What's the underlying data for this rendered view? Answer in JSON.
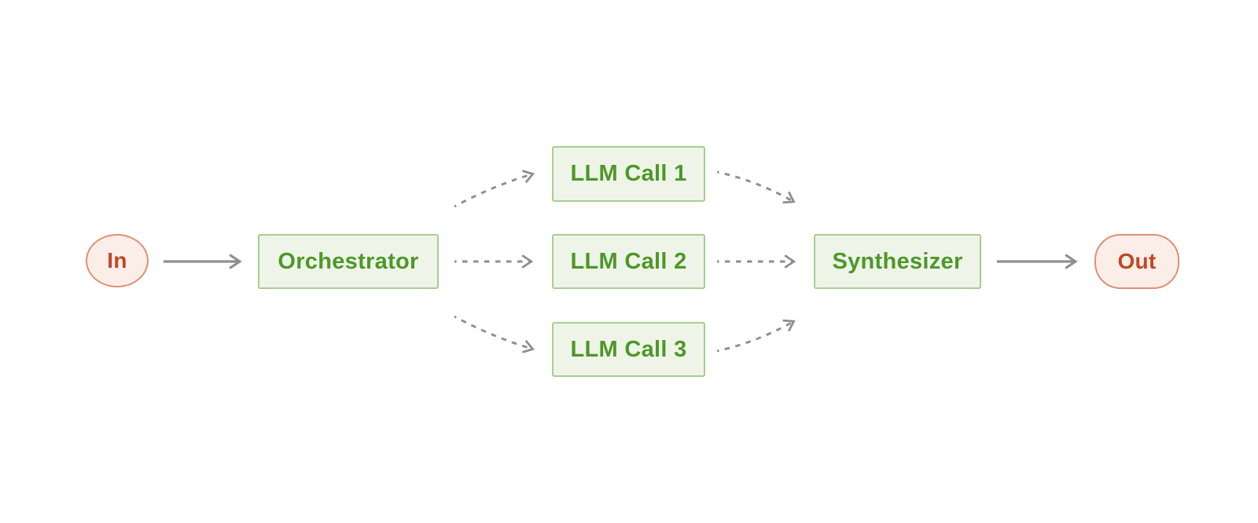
{
  "nodes": {
    "in": {
      "label": "In"
    },
    "orchestrator": {
      "label": "Orchestrator"
    },
    "llm_call_1": {
      "label": "LLM Call 1"
    },
    "llm_call_2": {
      "label": "LLM Call 2"
    },
    "llm_call_3": {
      "label": "LLM Call 3"
    },
    "synthesizer": {
      "label": "Synthesizer"
    },
    "out": {
      "label": "Out"
    }
  },
  "edges": [
    {
      "from": "in",
      "to": "orchestrator",
      "style": "solid"
    },
    {
      "from": "orchestrator",
      "to": "llm_call_1",
      "style": "dashed"
    },
    {
      "from": "orchestrator",
      "to": "llm_call_2",
      "style": "dashed"
    },
    {
      "from": "orchestrator",
      "to": "llm_call_3",
      "style": "dashed"
    },
    {
      "from": "llm_call_1",
      "to": "synthesizer",
      "style": "dashed"
    },
    {
      "from": "llm_call_2",
      "to": "synthesizer",
      "style": "dashed"
    },
    {
      "from": "llm_call_3",
      "to": "synthesizer",
      "style": "dashed"
    },
    {
      "from": "synthesizer",
      "to": "out",
      "style": "solid"
    }
  ],
  "colors": {
    "node_green_fill": "#EEF4E8",
    "node_green_border": "#A9CD8E",
    "node_green_text": "#4E9728",
    "terminal_fill": "#FBEEE9",
    "terminal_border": "#E18F74",
    "terminal_text": "#BF4722",
    "arrow_color": "#8E8E8E",
    "background": "#FFFFFF"
  }
}
